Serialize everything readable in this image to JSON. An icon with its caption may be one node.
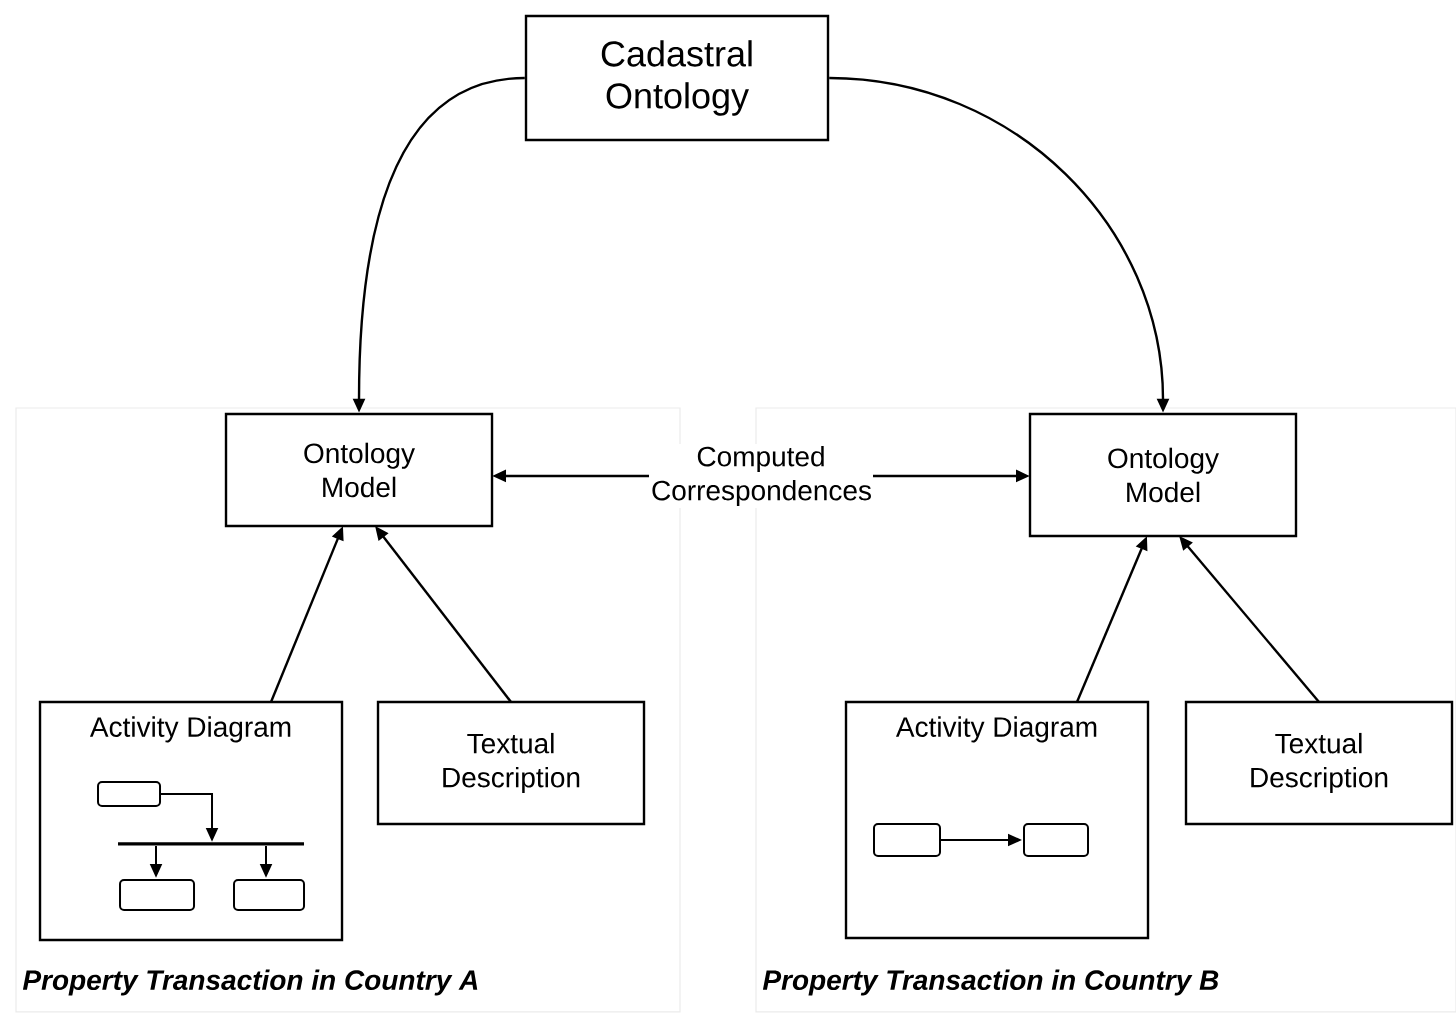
{
  "diagram": {
    "nodes": [
      {
        "text": [
          "Cadastral Ontology"
        ]
      },
      {
        "text": [
          "Property Transaction in Country A"
        ]
      },
      {
        "text": [
          "Ontology Model"
        ],
        "in": 1
      },
      {
        "text": [
          "Activity Diagram"
        ],
        "in": 1
      },
      {
        "text": [
          "Textual Description"
        ],
        "in": 1
      },
      {
        "text": [
          "Property Transaction in Country B"
        ]
      },
      {
        "text": [
          "Ontology Model"
        ],
        "in": 5
      },
      {
        "text": [
          "Activity Diagram"
        ],
        "in": 5
      },
      {
        "text": [
          "Textual Description"
        ],
        "in": 5
      }
    ],
    "edges": [
      {
        "from": 0,
        "to": 2,
        "arrow": "to"
      },
      {
        "from": 0,
        "to": 6,
        "arrow": "to"
      },
      {
        "from": 2,
        "to": 6,
        "arrow": "both",
        "label": "Computed Correspondences"
      },
      {
        "from": 3,
        "to": 2,
        "arrow": "to"
      },
      {
        "from": 4,
        "to": 2,
        "arrow": "to"
      },
      {
        "from": 7,
        "to": 6,
        "arrow": "to"
      },
      {
        "from": 8,
        "to": 6,
        "arrow": "to"
      }
    ]
  }
}
